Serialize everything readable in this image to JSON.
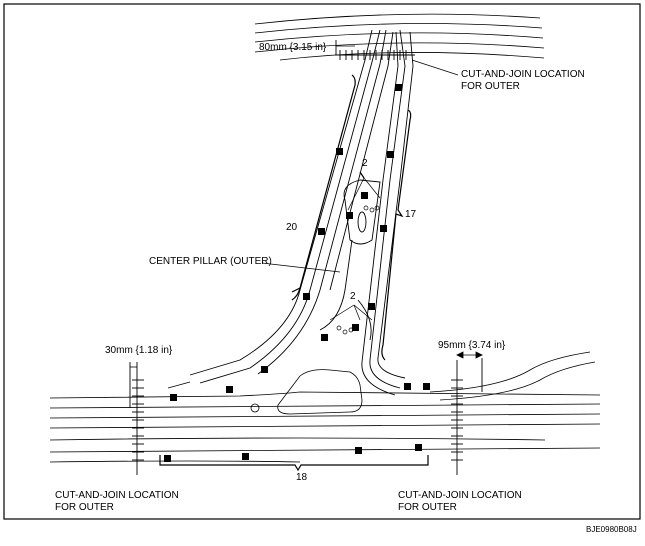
{
  "labels": {
    "dim_top": "80mm {3.15 in}",
    "cut_top_line1": "CUT-AND-JOIN LOCATION",
    "cut_top_line2": "FOR OUTER",
    "dim_left": "30mm {1.18 in}",
    "dim_right": "95mm {3.74 in}",
    "center_pillar": "CENTER PILLAR (OUTER)",
    "count_20": "20",
    "count_17": "17",
    "count_2a": "2",
    "count_2b": "2",
    "count_18": "18",
    "cut_left_line1": "CUT-AND-JOIN LOCATION",
    "cut_left_line2": "FOR OUTER",
    "cut_right_line1": "CUT-AND-JOIN LOCATION",
    "cut_right_line2": "FOR OUTER",
    "figure_code": "BJE0980B08J"
  }
}
